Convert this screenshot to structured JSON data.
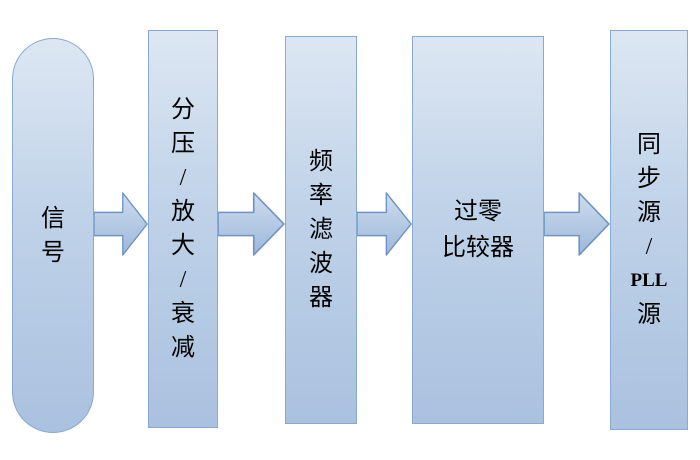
{
  "diagram": {
    "title": "signal-processing-flow",
    "palette": {
      "block_fill_top": "#dde7f3",
      "block_fill_bottom": "#aac1df",
      "block_border": "#89a9d0",
      "arrow_fill_top": "#cfdcee",
      "arrow_fill_bottom": "#9db8da",
      "arrow_border": "#6f94c4",
      "text_color": "#000000",
      "background": "#ffffff"
    },
    "nodes": [
      {
        "id": "signal",
        "shape": "capsule",
        "label": "信号",
        "lines": [
          "信",
          "号"
        ]
      },
      {
        "id": "divide-amplify-attenuate",
        "shape": "rect",
        "label": "分压/放大/衰减",
        "lines": [
          "分",
          "压",
          "/",
          "放",
          "大",
          "/",
          "衰",
          "减"
        ]
      },
      {
        "id": "frequency-filter",
        "shape": "rect",
        "label": "频率滤波器",
        "lines": [
          "频",
          "率",
          "滤",
          "波",
          "器"
        ]
      },
      {
        "id": "zero-crossing-comparator",
        "shape": "rect",
        "label": "过零比较器",
        "lines": [
          "过零",
          "比较器"
        ]
      },
      {
        "id": "sync-pll-source",
        "shape": "rect",
        "label": "同步源/PLL源",
        "lines": [
          "同",
          "步",
          "源",
          "/",
          "PLL",
          "源"
        ]
      }
    ],
    "arrows": [
      {
        "id": "arrow-1",
        "from": "signal",
        "to": "divide-amplify-attenuate",
        "direction": "right"
      },
      {
        "id": "arrow-2",
        "from": "divide-amplify-attenuate",
        "to": "frequency-filter",
        "direction": "right"
      },
      {
        "id": "arrow-3",
        "from": "frequency-filter",
        "to": "zero-crossing-comparator",
        "direction": "right"
      },
      {
        "id": "arrow-4",
        "from": "zero-crossing-comparator",
        "to": "sync-pll-source",
        "direction": "right"
      }
    ]
  }
}
